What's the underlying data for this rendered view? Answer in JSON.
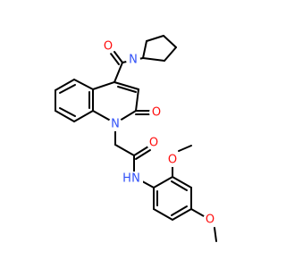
{
  "molecule": {
    "atoms": {
      "o_amide": "O",
      "o_quinolone": "O",
      "o_ketone": "O",
      "o_ome_ortho": "O",
      "o_ome_para": "O",
      "n_pyrrolidine": "N",
      "n_quinolone": "N",
      "n_amide": "N",
      "h_amide": "H"
    },
    "colors": {
      "carbon": "#000000",
      "oxygen": "#ff0d0d",
      "nitrogen": "#3050f8"
    }
  }
}
